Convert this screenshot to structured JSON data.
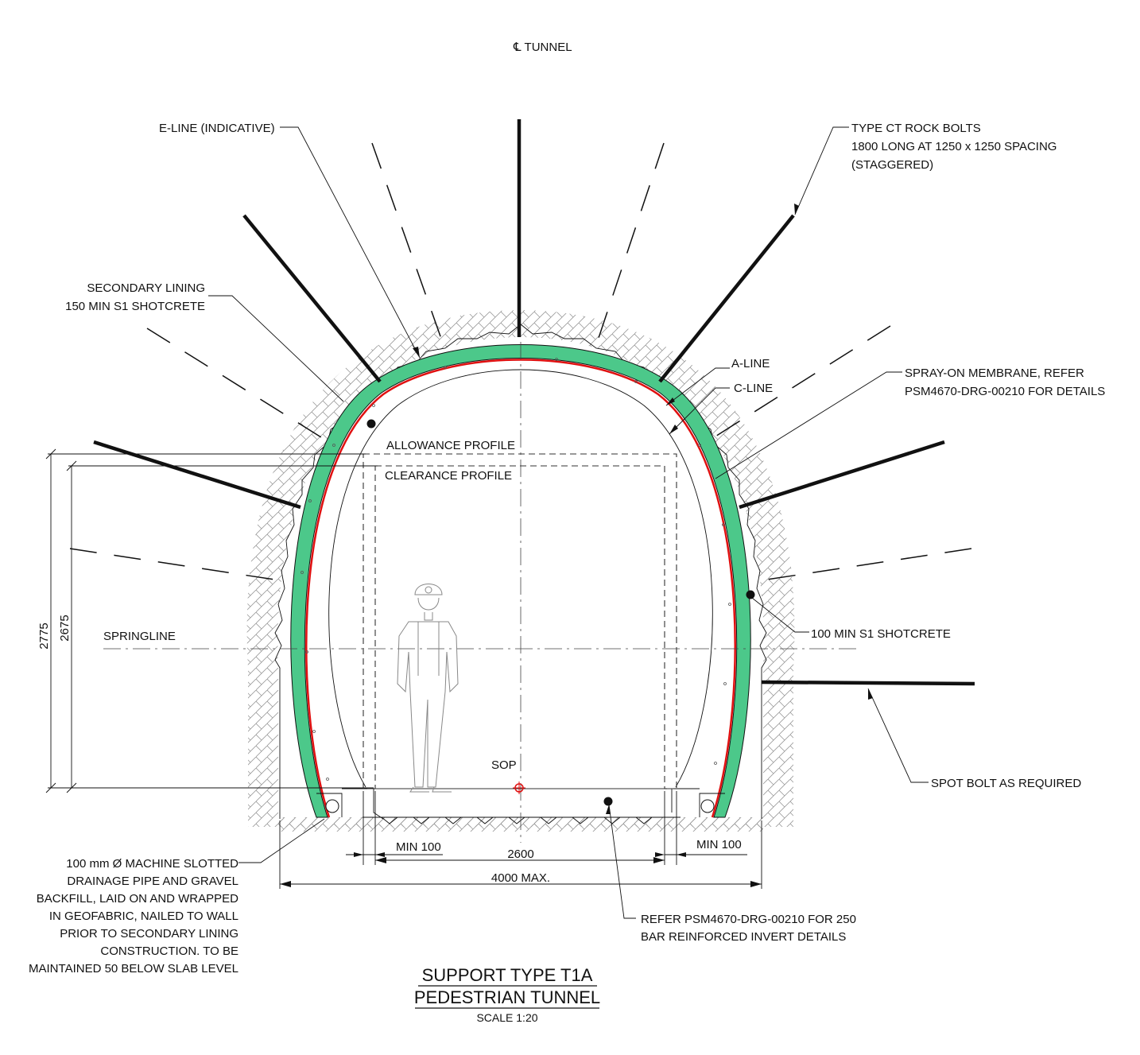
{
  "title": {
    "line1": "SUPPORT TYPE T1A",
    "line2": "PEDESTRIAN TUNNEL",
    "scale": "SCALE 1:20"
  },
  "centerline_label": "℄ TUNNEL",
  "labels": {
    "e_line": "E-LINE (INDICATIVE)",
    "rock_bolts": [
      "TYPE CT ROCK BOLTS",
      "1800 LONG AT 1250 x 1250 SPACING",
      "(STAGGERED)"
    ],
    "secondary_lining": [
      "SECONDARY LINING",
      "150 MIN S1 SHOTCRETE"
    ],
    "a_line": "A-LINE",
    "c_line": "C-LINE",
    "membrane": [
      "SPRAY-ON MEMBRANE, REFER",
      "PSM4670-DRG-00210 FOR DETAILS"
    ],
    "allowance_profile": "ALLOWANCE PROFILE",
    "clearance_profile": "CLEARANCE PROFILE",
    "springline": "SPRINGLINE",
    "primary_shotcrete": "100 MIN S1 SHOTCRETE",
    "sop": "SOP",
    "spot_bolt": "SPOT BOLT AS REQUIRED",
    "drainage": [
      "100 mm Ø MACHINE SLOTTED",
      "DRAINAGE PIPE AND GRAVEL",
      "BACKFILL, LAID ON AND WRAPPED",
      "IN GEOFABRIC, NAILED TO WALL",
      "PRIOR TO SECONDARY LINING",
      "CONSTRUCTION. TO BE",
      "MAINTAINED 50 BELOW SLAB LEVEL"
    ],
    "invert": [
      "REFER  PSM4670-DRG-00210 FOR 250",
      "BAR REINFORCED INVERT DETAILS"
    ]
  },
  "dimensions": {
    "height_outer": "2775",
    "height_inner": "2675",
    "width_inner": "2600",
    "width_outer": "4000 MAX.",
    "min_left": "MIN 100",
    "min_right": "MIN 100"
  },
  "colors": {
    "shotcrete": "#4cc88a",
    "membrane": "#e01010",
    "sop_marker": "#e01010",
    "hatch": "#9a9a9a"
  }
}
